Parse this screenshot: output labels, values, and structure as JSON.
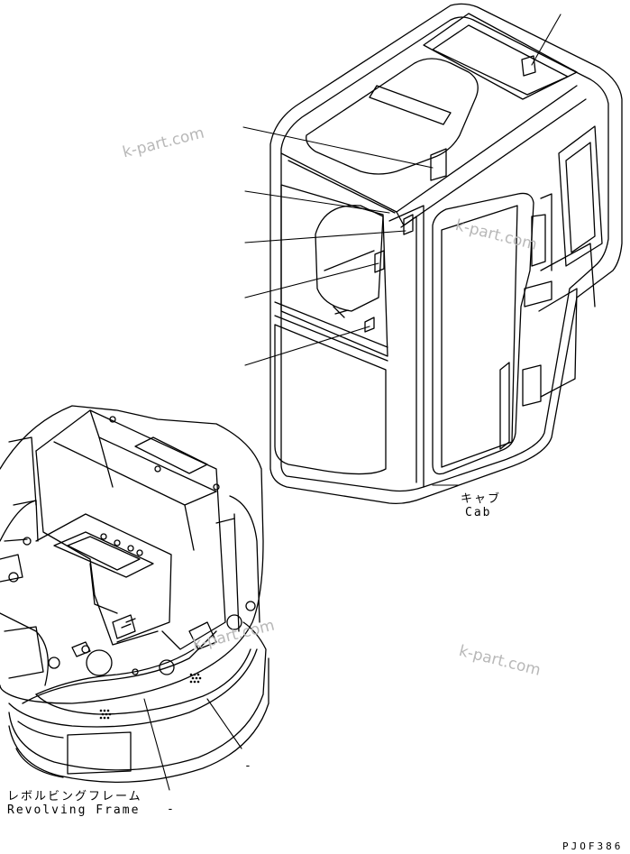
{
  "labels": {
    "cab_jp": "キャブ",
    "cab_en": "Cab",
    "frame_jp": "レボルビングフレーム",
    "frame_en": "Revolving Frame",
    "dash1": "-",
    "dash2": "-"
  },
  "drawing_code": "PJOF386",
  "watermarks": [
    "k-part.com",
    "k-part.com",
    "k-part.com",
    "k-part.com"
  ],
  "colors": {
    "line": "#000000",
    "watermark": "#b8b8b8",
    "background": "#ffffff"
  }
}
